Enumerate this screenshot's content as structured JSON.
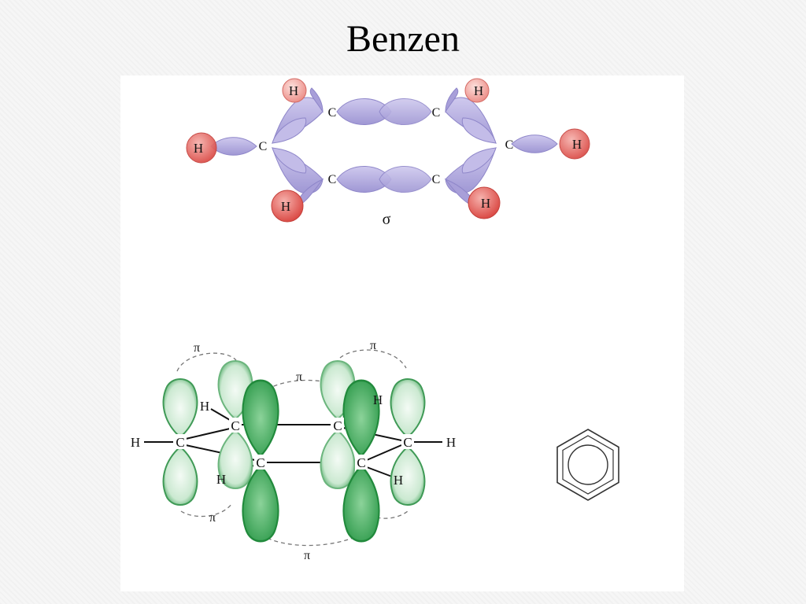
{
  "slide": {
    "title": "Benzen"
  },
  "sigma_diagram": {
    "carbon_label": "C",
    "hydrogen_label": "H",
    "bond_label": "σ"
  },
  "pi_diagram": {
    "carbon_label": "C",
    "hydrogen_label": "H",
    "bond_label": "π"
  },
  "colors": {
    "sigma_lobe": "#b7b0e0",
    "hydrogen_sphere": "#e55b57",
    "pi_lobe": "#4fae65"
  }
}
